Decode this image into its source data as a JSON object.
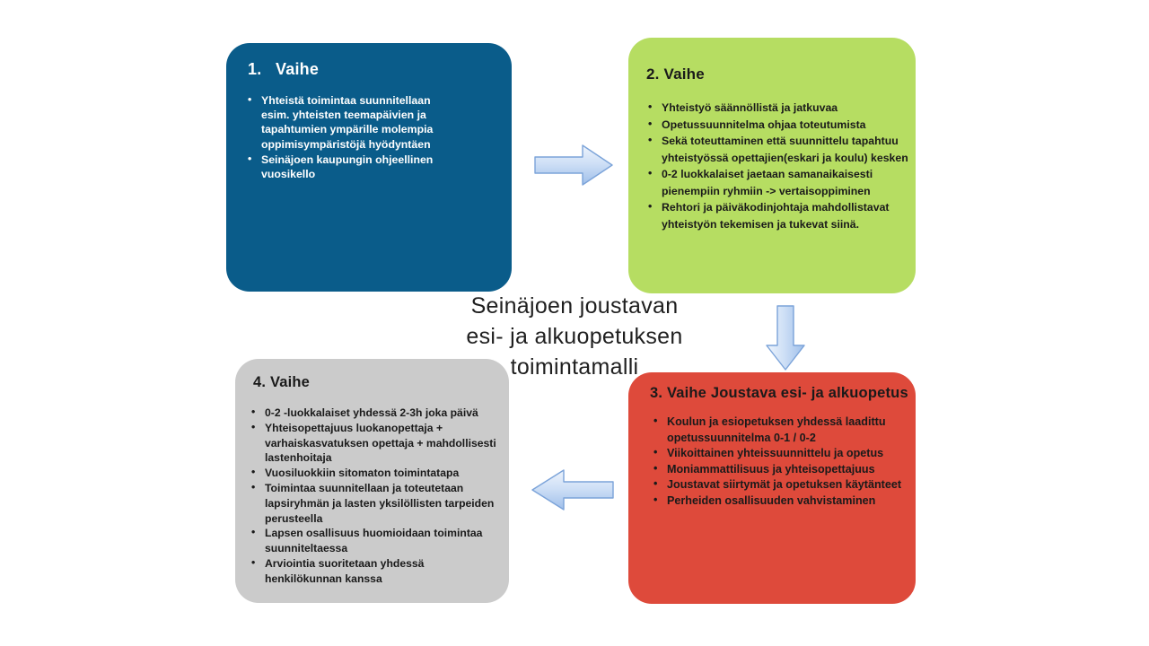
{
  "center": {
    "line1": "Seinäjoen joustavan",
    "line2": "esi- ja alkuopetuksen",
    "line3": "toimintamalli"
  },
  "colors": {
    "phase1_bg": "#0a5c8a",
    "phase2_bg": "#b6dd62",
    "phase3_bg": "#de4a3b",
    "phase4_bg": "#cbcbcb",
    "arrow_fill": "#c2d8f2",
    "arrow_stroke": "#7ba3d9",
    "text_dark": "#1a1a1a",
    "text_light": "#ffffff"
  },
  "phases": [
    {
      "id": "phase1",
      "title": "1.   Vaihe",
      "bullets": [
        "Yhteistä toimintaa suunnitellaan esim. yhteisten teemapäivien ja tapahtumien ympärille molempia oppimisympäristöjä hyödyntäen",
        "Seinäjoen kaupungin ohjeellinen vuosikello"
      ]
    },
    {
      "id": "phase2",
      "title": "2. Vaihe",
      "bullets": [
        "Yhteistyö säännöllistä ja jatkuvaa",
        "Opetussuunnitelma ohjaa toteutumista",
        "Sekä toteuttaminen että suunnittelu tapahtuu yhteistyössä opettajien(eskari ja koulu) kesken",
        "0-2 luokkalaiset jaetaan samanaikaisesti pienempiin ryhmiin -> vertaisoppiminen",
        "Rehtori ja päiväkodinjohtaja mahdollistavat yhteistyön tekemisen ja tukevat siinä."
      ]
    },
    {
      "id": "phase3",
      "title": "3. Vaihe Joustava esi- ja alkuopetus",
      "bullets": [
        "Koulun ja esiopetuksen yhdessä laadittu opetussuunnitelma 0-1 / 0-2",
        "Viikoittainen yhteissuunnittelu ja opetus",
        "Moniammattilisuus ja yhteisopettajuus",
        "Joustavat siirtymät ja opetuksen käytänteet",
        "Perheiden osallisuuden vahvistaminen"
      ]
    },
    {
      "id": "phase4",
      "title": "4. Vaihe",
      "bullets": [
        "0-2 -luokkalaiset yhdessä 2-3h joka päivä",
        "Yhteisopettajuus luokanopettaja + varhaiskasvatuksen opettaja + mahdollisesti lastenhoitaja",
        "Vuosiluokkiin  sitomaton toimintatapa",
        "Toimintaa suunnitellaan ja toteutetaan lapsiryhmän ja lasten yksilöllisten tarpeiden perusteella",
        "Lapsen osallisuus  huomioidaan toimintaa suunniteltaessa",
        "Arviointia suoritetaan yhdessä henkilökunnan kanssa"
      ]
    }
  ],
  "arrows": [
    {
      "id": "arrow-right-1",
      "direction": "right"
    },
    {
      "id": "arrow-down-1",
      "direction": "down"
    },
    {
      "id": "arrow-left-1",
      "direction": "left"
    }
  ]
}
